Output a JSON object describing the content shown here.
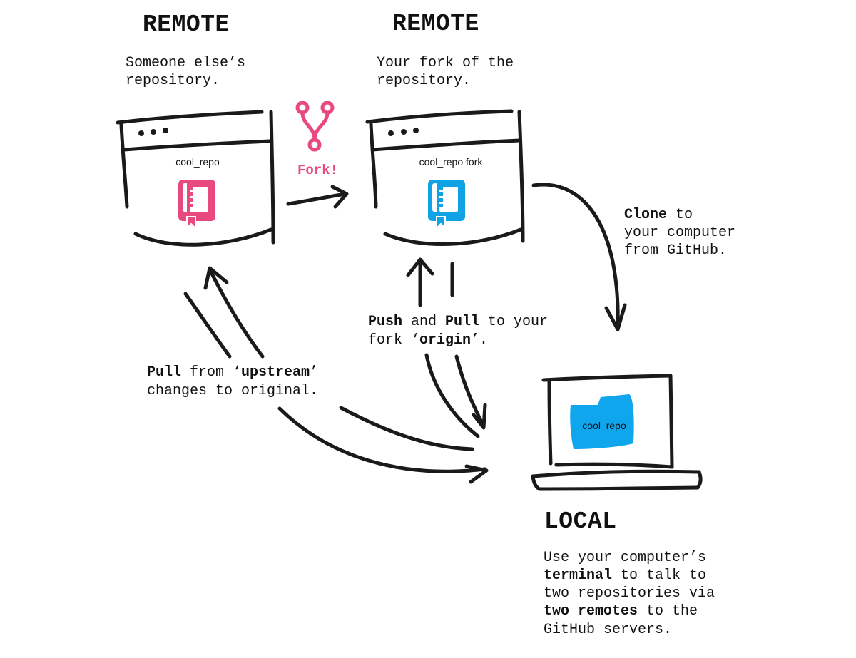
{
  "colors": {
    "ink": "#1a1a1a",
    "fork_pink": "#e84a7e",
    "fork_blue": "#0fa3e6",
    "local_blue": "#10a6ee"
  },
  "left_remote": {
    "title": "REMOTE",
    "desc_line1": "Someone else’s",
    "desc_line2": "repository.",
    "repo_label": "cool_repo",
    "icon": "repo-book-icon"
  },
  "fork": {
    "label": "Fork!",
    "icon": "fork-icon"
  },
  "right_remote": {
    "title": "REMOTE",
    "desc_line1": "Your fork of the",
    "desc_line2": "repository.",
    "repo_label": "cool_repo fork",
    "icon": "repo-book-icon"
  },
  "clone": {
    "bold": "Clone",
    "line1_rest": " to",
    "line2": "your computer",
    "line3": "from GitHub."
  },
  "push_pull": {
    "bold1": "Push",
    "mid": " and ",
    "bold2": "Pull",
    "rest1": " to your",
    "line2_pre": "fork ‘",
    "bold3": "origin",
    "line2_post": "’."
  },
  "upstream": {
    "bold1": "Pull",
    "mid": " from ‘",
    "bold2": "upstream",
    "post": "’",
    "line2": "changes to original."
  },
  "local": {
    "title": "LOCAL",
    "folder_label": "cool_repo",
    "l1": "Use your computer’s",
    "l2_bold": "terminal",
    "l2_rest": " to talk to",
    "l3": "two repositories via",
    "l4_bold": "two remotes",
    "l4_rest": " to the",
    "l5": "GitHub servers."
  }
}
